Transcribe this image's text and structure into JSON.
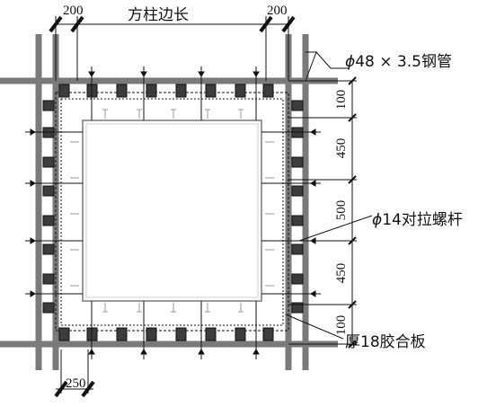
{
  "labels": {
    "top_left_dim": "200",
    "top_right_dim": "200",
    "column_side": "方柱边长",
    "steel_tube_phi": "ϕ",
    "steel_tube": "48 × 3.5钢管",
    "tie_rod_phi": "ϕ",
    "tie_rod": "14对拉螺杆",
    "plywood": "厚18胶合板",
    "bottom_dim": "250"
  },
  "right_dimensions": [
    "100",
    "450",
    "500",
    "450",
    "100"
  ],
  "colors": {
    "steel_tube": "#7a7a7a",
    "block": "#3c3c3c",
    "line": "#111111",
    "plywood_face": "#d8d8d8"
  }
}
